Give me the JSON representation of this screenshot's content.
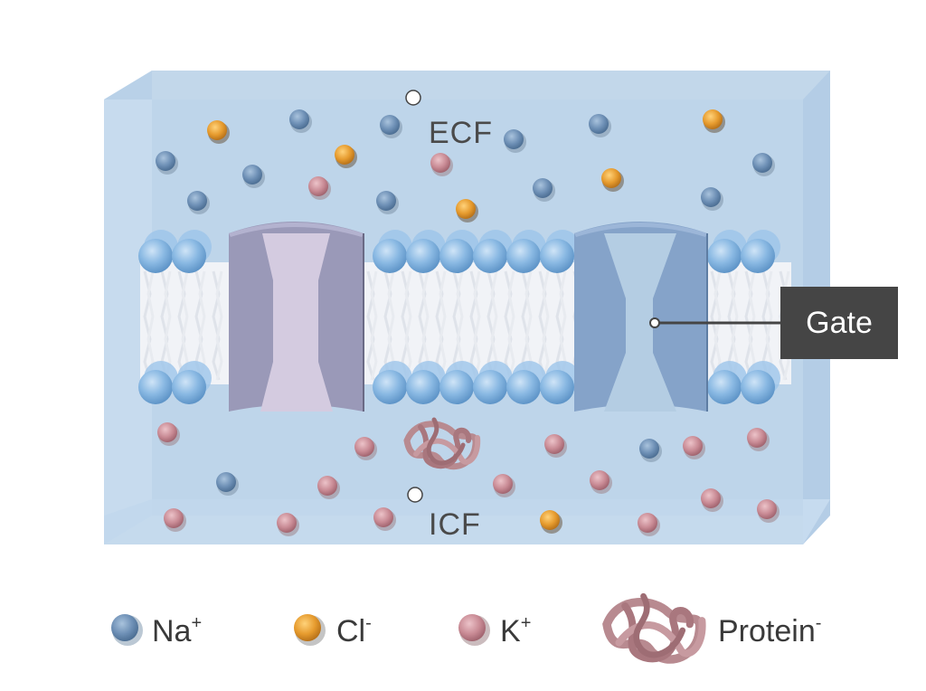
{
  "labels": {
    "ecf": "ECF",
    "icf": "ICF",
    "gate": "Gate"
  },
  "legend": [
    {
      "id": "na",
      "symbol": "Na",
      "charge": "+"
    },
    {
      "id": "cl",
      "symbol": "Cl",
      "charge": "-"
    },
    {
      "id": "k",
      "symbol": "K",
      "charge": "+"
    },
    {
      "id": "protein",
      "symbol": "Protein",
      "charge": "-"
    }
  ],
  "colors": {
    "container_face": "#c2d7ea",
    "container_side": "#d4e5f4",
    "na_ion": "#6d8fb5",
    "cl_ion": "#e69b2e",
    "k_ion": "#c98b95",
    "protein": "#b88a90",
    "phospholipid_head": "#7fb2e0",
    "channel_left": "#9a99b8",
    "channel_left_inner": "#d4cbe0",
    "channel_right": "#85a3c9",
    "channel_right_inner": "#b4cde3",
    "gate_box": "#454545"
  }
}
